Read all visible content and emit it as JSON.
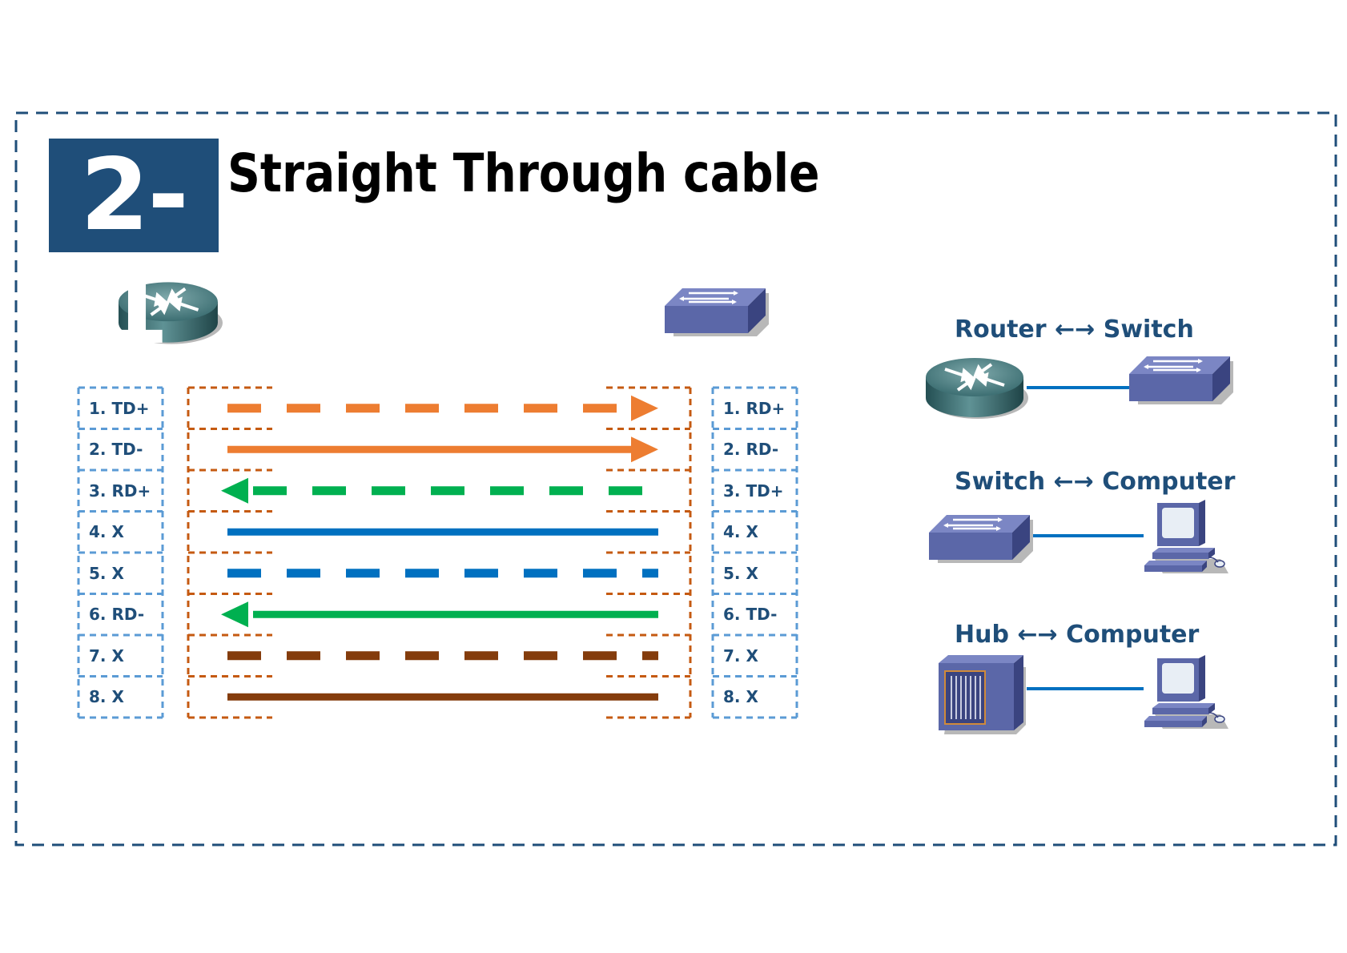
{
  "badge": "2-1",
  "title": "Straight Through cable",
  "left_pins": [
    "1. TD+",
    "2. TD-",
    "3. RD+",
    "4. X",
    "5. X",
    "6. RD-",
    "7. X",
    "8. X"
  ],
  "right_pins": [
    "1. RD+",
    "2. RD-",
    "3. TD+",
    "4. X",
    "5. X",
    "6. TD-",
    "7. X",
    "8. X"
  ],
  "wires": [
    {
      "color": "#ed7d31",
      "style": "dashed",
      "arrow": "right"
    },
    {
      "color": "#ed7d31",
      "style": "solid",
      "arrow": "right"
    },
    {
      "color": "#00b050",
      "style": "dashed",
      "arrow": "left"
    },
    {
      "color": "#0070c0",
      "style": "solid",
      "arrow": "none"
    },
    {
      "color": "#0070c0",
      "style": "dashed",
      "arrow": "none"
    },
    {
      "color": "#00b050",
      "style": "solid",
      "arrow": "left"
    },
    {
      "color": "#843c0c",
      "style": "dashed",
      "arrow": "none"
    },
    {
      "color": "#843c0c",
      "style": "solid",
      "arrow": "none"
    }
  ],
  "connections": [
    {
      "label": "Router ←→ Switch",
      "left_device": "router-icon",
      "right_device": "switch-icon"
    },
    {
      "label": "Switch ←→ Computer",
      "left_device": "switch-icon",
      "right_device": "computer-icon"
    },
    {
      "label": "Hub  ←→ Computer",
      "left_device": "hub-icon",
      "right_device": "computer-icon"
    }
  ],
  "top_devices": {
    "left": "router-icon",
    "right": "switch-icon"
  },
  "colors": {
    "accent": "#1f4e79",
    "frame": "#1f4e79",
    "pin_box": "#5b9bd5",
    "connector": "#c55a11",
    "link": "#0070c0"
  }
}
